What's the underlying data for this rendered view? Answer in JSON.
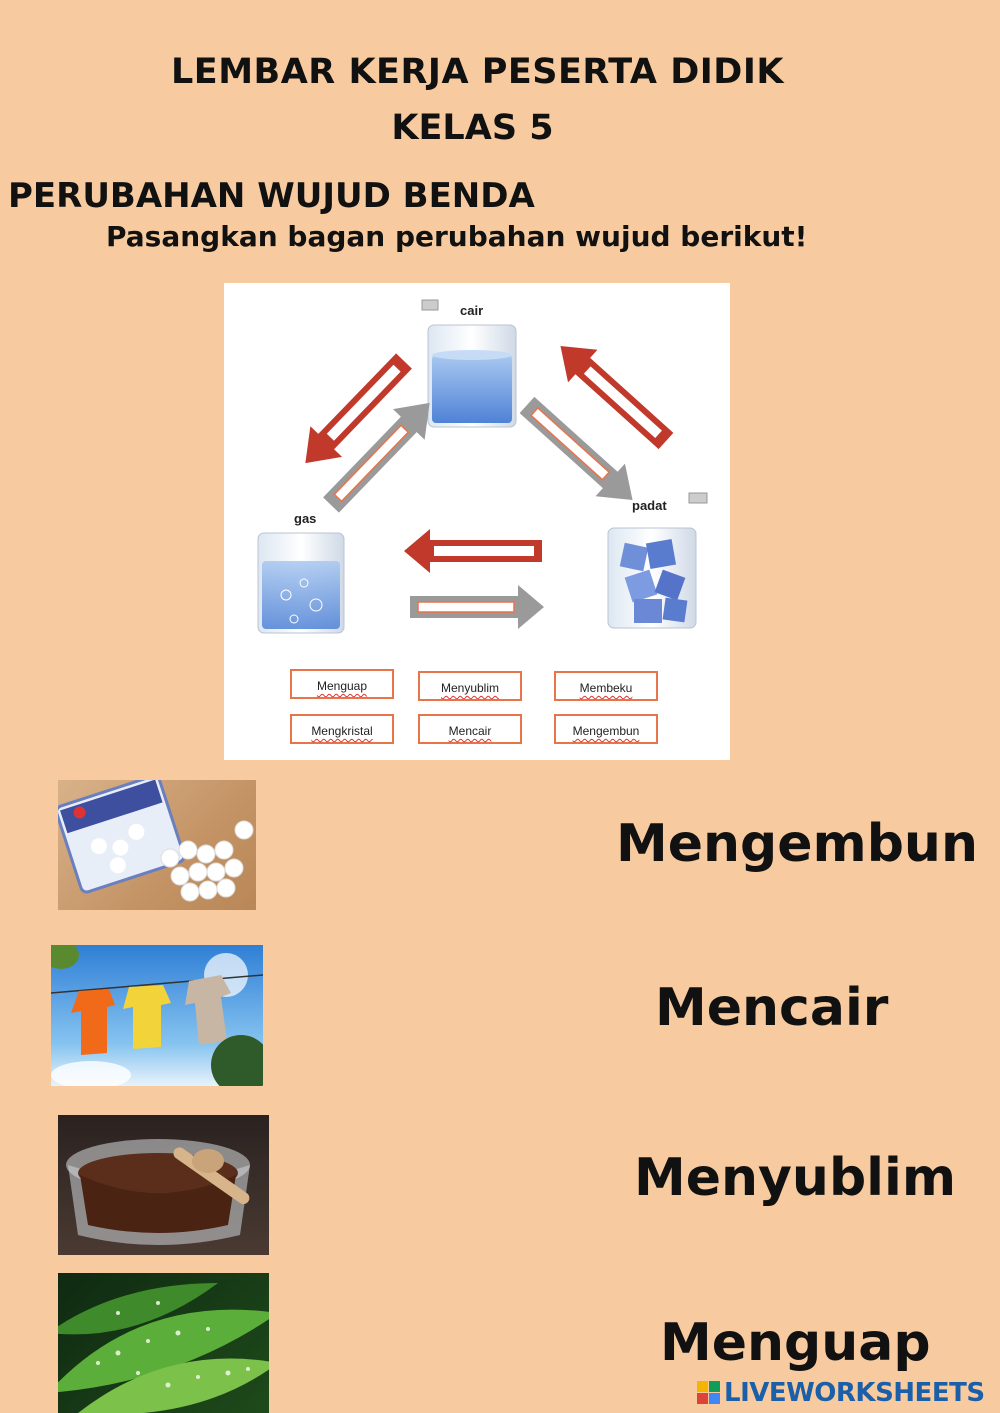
{
  "header": {
    "title_line1": "LEMBAR KERJA PESERTA DIDIK",
    "title_line2": "KELAS 5",
    "topic": "PERUBAHAN WUJUD BENDA",
    "instruction": "Pasangkan bagan perubahan wujud berikut!"
  },
  "diagram": {
    "states": {
      "liquid": "cair",
      "gas": "gas",
      "solid": "padat"
    },
    "word_bank": [
      "Menguap",
      "Menyublim",
      "Membeku",
      "Mengkristal",
      "Mencair",
      "Mengembun"
    ]
  },
  "matching": {
    "images": [
      "mothballs-photo",
      "laundry-drying-photo",
      "melting-chocolate-photo",
      "dewy-leaves-photo"
    ],
    "answers": [
      "Mengembun",
      "Mencair",
      "Menyublim",
      "Menguap"
    ]
  },
  "footer": {
    "brand": "LIVEWORKSHEETS"
  },
  "colors": {
    "background": "#f7cb9f",
    "arrow_red": "#c0392b",
    "arrow_grey": "#9a9a9a",
    "box_border": "#e8744a",
    "brand_blue": "#1b5fa8"
  }
}
